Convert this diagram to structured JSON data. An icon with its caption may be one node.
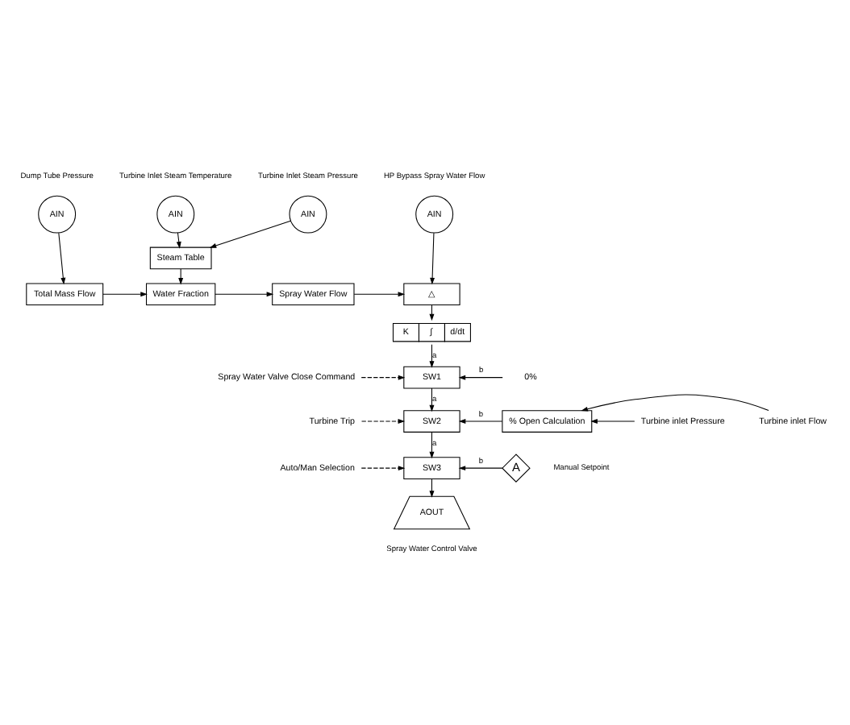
{
  "diagram": {
    "nodes": [
      {
        "text": [
          "AIN"
        ],
        "beside": [
          "Dump Tube Pressure"
        ]
      },
      {
        "text": [
          "AIN"
        ],
        "beside": [
          "Turbine Inlet Steam Temperature"
        ]
      },
      {
        "text": [
          "AIN"
        ],
        "beside": [
          "Turbine Inlet Steam Pressure"
        ]
      },
      {
        "text": [
          "AIN"
        ],
        "beside": [
          "HP Bypass Spray Water Flow"
        ]
      },
      {
        "text": [
          "Steam Table"
        ]
      },
      {
        "text": [
          "Total Mass Flow"
        ]
      },
      {
        "text": [
          "Water Fraction"
        ]
      },
      {
        "text": [
          "Spray Water Flow"
        ]
      },
      {
        "text": [
          "△"
        ]
      },
      {
        "text": [
          "K",
          "∫",
          "d/dt"
        ]
      },
      {
        "text": [
          "SW1"
        ]
      },
      {
        "text": [
          "SW2"
        ]
      },
      {
        "text": [
          "SW3"
        ]
      },
      {
        "text": [
          "Spray Water Valve Close Command"
        ]
      },
      {
        "text": [
          "0%"
        ]
      },
      {
        "text": [
          "Turbine Trip"
        ]
      },
      {
        "text": [
          "% Open Calculation"
        ]
      },
      {
        "text": [
          "Turbine inlet Flow"
        ]
      },
      {
        "text": [
          "Turbine inlet Pressure"
        ]
      },
      {
        "text": [
          "Auto/Man Selection"
        ]
      },
      {
        "text": [
          "A"
        ],
        "beside": [
          "Manual Setpoint"
        ]
      },
      {
        "text": [
          "AOUT"
        ],
        "beside": [
          "Spray Water Control Valve"
        ]
      }
    ],
    "edges": [
      {
        "from": 0,
        "to": 5,
        "arrow": "to"
      },
      {
        "from": 1,
        "to": 4,
        "arrow": "to"
      },
      {
        "from": 2,
        "to": 4,
        "arrow": "to"
      },
      {
        "from": 4,
        "to": 6,
        "arrow": "to"
      },
      {
        "from": 5,
        "to": 6,
        "arrow": "to"
      },
      {
        "from": 6,
        "to": 7,
        "arrow": "to"
      },
      {
        "from": 7,
        "to": 8,
        "arrow": "to"
      },
      {
        "from": 3,
        "to": 8,
        "arrow": "to"
      },
      {
        "from": 8,
        "to": 9,
        "arrow": "to"
      },
      {
        "from": 9,
        "to": 10,
        "arrow": "to",
        "label": "a"
      },
      {
        "from": 13,
        "to": 10,
        "arrow": "to",
        "style": "dashed"
      },
      {
        "from": 14,
        "to": 10,
        "arrow": "to",
        "label": "b"
      },
      {
        "from": 10,
        "to": 11,
        "arrow": "to",
        "label": "a"
      },
      {
        "from": 15,
        "to": 11,
        "arrow": "to",
        "style": "dashed"
      },
      {
        "from": 16,
        "to": 11,
        "arrow": "to",
        "label": "b"
      },
      {
        "from": 17,
        "to": 16,
        "arrow": "to"
      },
      {
        "from": 18,
        "to": 16,
        "arrow": "to"
      },
      {
        "from": 11,
        "to": 12,
        "arrow": "to",
        "label": "a"
      },
      {
        "from": 19,
        "to": 12,
        "arrow": "to",
        "style": "dashed"
      },
      {
        "from": 20,
        "to": 12,
        "arrow": "to",
        "label": "b"
      },
      {
        "from": 12,
        "to": 21,
        "arrow": "to"
      }
    ]
  }
}
